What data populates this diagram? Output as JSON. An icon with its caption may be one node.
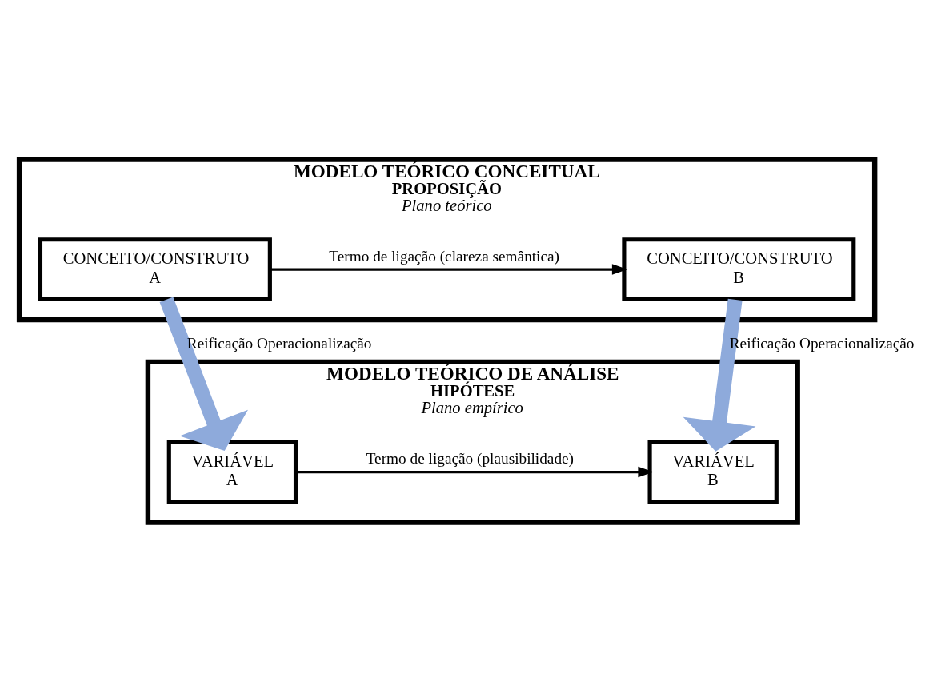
{
  "diagram": {
    "nodes": [
      {
        "text": [
          "MODELO TEÓRICO CONCEITUAL",
          "PROPOSIÇÃO",
          "Plano teórico"
        ]
      },
      {
        "text": [
          "CONCEITO/CONSTRUTO",
          "A"
        ],
        "in": 0
      },
      {
        "text": [
          "CONCEITO/CONSTRUTO",
          "B"
        ],
        "in": 0
      },
      {
        "text": [
          "MODELO TEÓRICO DE ANÁLISE",
          "HIPÓTESE",
          "Plano empírico"
        ]
      },
      {
        "text": [
          "VARIÁVEL",
          "A"
        ],
        "in": 3
      },
      {
        "text": [
          "VARIÁVEL",
          "B"
        ],
        "in": 3
      }
    ],
    "edges": [
      {
        "from": 1,
        "to": 2,
        "arrow": "to",
        "label": "Termo de ligação (clareza semântica)"
      },
      {
        "from": 1,
        "to": 4,
        "arrow": "to",
        "label": "Reificação Operacionalização",
        "style": "thick",
        "color": "#8eaadb"
      },
      {
        "from": 2,
        "to": 5,
        "arrow": "to",
        "label": "Reificação Operacionalização",
        "style": "thick",
        "color": "#8eaadb"
      },
      {
        "from": 4,
        "to": 5,
        "arrow": "to",
        "label": "Termo de ligação (plausibilidade)"
      }
    ]
  }
}
